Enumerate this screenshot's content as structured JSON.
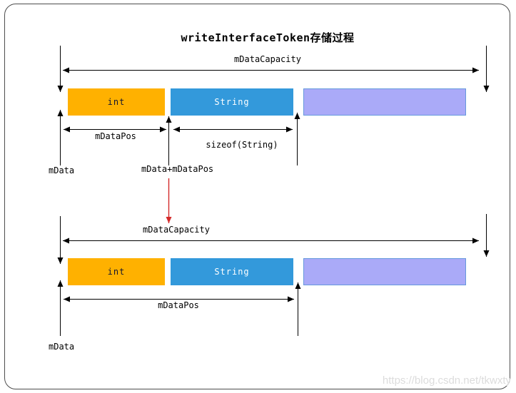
{
  "title": "writeInterfaceToken存储过程",
  "watermark": "https://blog.csdn.net/tkwxty",
  "colors": {
    "int_box": "#FFB100",
    "string_box": "#3399DB",
    "empty_box_fill": "#AAAAF8",
    "empty_box_border": "#6699DD",
    "arrow": "#000000",
    "red_arrow": "#D42A2A"
  },
  "diagram_top": {
    "capacity_label": "mDataCapacity",
    "boxes": [
      {
        "label": "int"
      },
      {
        "label": "String"
      },
      {
        "label": ""
      }
    ],
    "pos_label": "mDataPos",
    "sizeof_label": "sizeof(String)",
    "mdata_label": "mData",
    "mdata_plus_pos_label": "mData+mDataPos"
  },
  "diagram_bottom": {
    "capacity_label": "mDataCapacity",
    "boxes": [
      {
        "label": "int"
      },
      {
        "label": "String"
      },
      {
        "label": ""
      }
    ],
    "pos_label": "mDataPos",
    "mdata_label": "mData"
  }
}
